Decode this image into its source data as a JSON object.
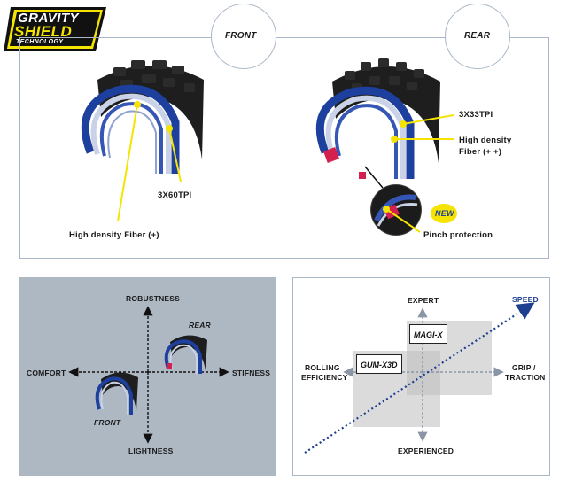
{
  "logo": {
    "line1": "GRAVITY",
    "line2": "SHIELD",
    "line3": "TECHNOLOGY"
  },
  "top": {
    "front_title": "FRONT",
    "rear_title": "REAR",
    "front_labels": {
      "tpi": "3X60TPI",
      "fiber": "High density Fiber (+)"
    },
    "rear_labels": {
      "tpi": "3X33TPI",
      "fiber_line1": "High density",
      "fiber_line2": "Fiber (+ +)",
      "pinch": "Pinch protection",
      "new_badge": "NEW"
    }
  },
  "bottom_left": {
    "axis_top": "ROBUSTNESS",
    "axis_bottom": "LIGHTNESS",
    "axis_left": "COMFORT",
    "axis_right": "STIFNESS",
    "tire_rear": "REAR",
    "tire_front": "FRONT"
  },
  "bottom_right": {
    "axis_top": "EXPERT",
    "axis_bottom": "EXPERIENCED",
    "axis_left_line1": "ROLLING",
    "axis_left_line2": "EFFICIENCY",
    "axis_right_line1": "GRIP /",
    "axis_right_line2": "TRACTION",
    "speed": "SPEED",
    "compound_magi": "MAGI-X",
    "compound_gum": "GUM-X3D"
  },
  "colors": {
    "accent_yellow": "#f5e400",
    "blue": "#1d3f9e",
    "panel_gray": "#aeb8c3",
    "border": "#a9b7c8",
    "speed_blue": "#1c3f8f"
  }
}
